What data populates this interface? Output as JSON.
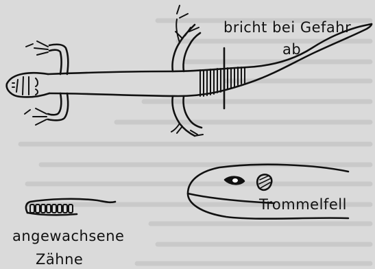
{
  "labels": {
    "tail_break": [
      "bricht bei Gefahr",
      "ab"
    ],
    "ear": "Trommelfell",
    "teeth": [
      "angewachsene",
      "Zähne"
    ]
  }
}
